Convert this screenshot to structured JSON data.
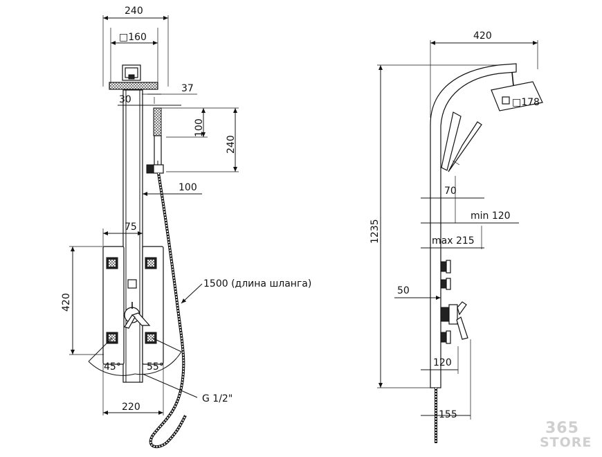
{
  "front_view": {
    "dims": {
      "total_width": "240",
      "head_square": "□160",
      "handset_offset": "37",
      "handset_gap": "30",
      "handset_len": "100",
      "holder_height": "240",
      "holder_depth": "100",
      "jets_spacing": "75",
      "jets_height": "420",
      "hose_length": "1500 (длина шланга)",
      "angle_left": "45°",
      "angle_right": "55°",
      "connection": "G 1/2\"",
      "bottom_width": "220"
    }
  },
  "side_view": {
    "dims": {
      "reach": "420",
      "head_square": "□178",
      "total_height": "1235",
      "jet_70": "70",
      "min_120": "min 120",
      "max_215": "max 215",
      "depth_50": "50",
      "depth_120": "120",
      "depth_155": "155"
    }
  },
  "watermark": {
    "line1": "365",
    "line2": "STORE"
  }
}
